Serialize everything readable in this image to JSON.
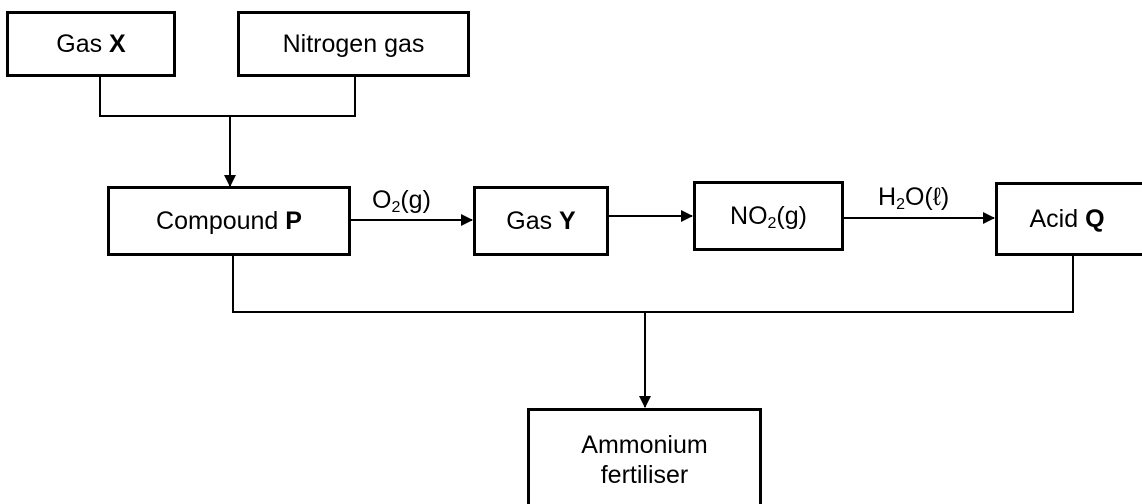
{
  "nodes": {
    "gas_x": {
      "text": "Gas ",
      "bold": "X"
    },
    "nitrogen": {
      "text": "Nitrogen gas"
    },
    "compound_p": {
      "text": "Compound ",
      "bold": "P"
    },
    "gas_y": {
      "text": "Gas ",
      "bold": "Y"
    },
    "no2": {
      "pre": "NO",
      "sub": "2",
      "post": "(g)"
    },
    "acid_q": {
      "text": "Acid ",
      "bold": "Q"
    },
    "ammonium": {
      "line1": "Ammonium",
      "line2": "fertiliser"
    }
  },
  "edges": {
    "p_to_y": {
      "pre": "O",
      "sub": "2",
      "post": "(g)"
    },
    "no2_to_q": {
      "pre": "H",
      "sub": "2",
      "post": "O(ℓ)"
    }
  }
}
